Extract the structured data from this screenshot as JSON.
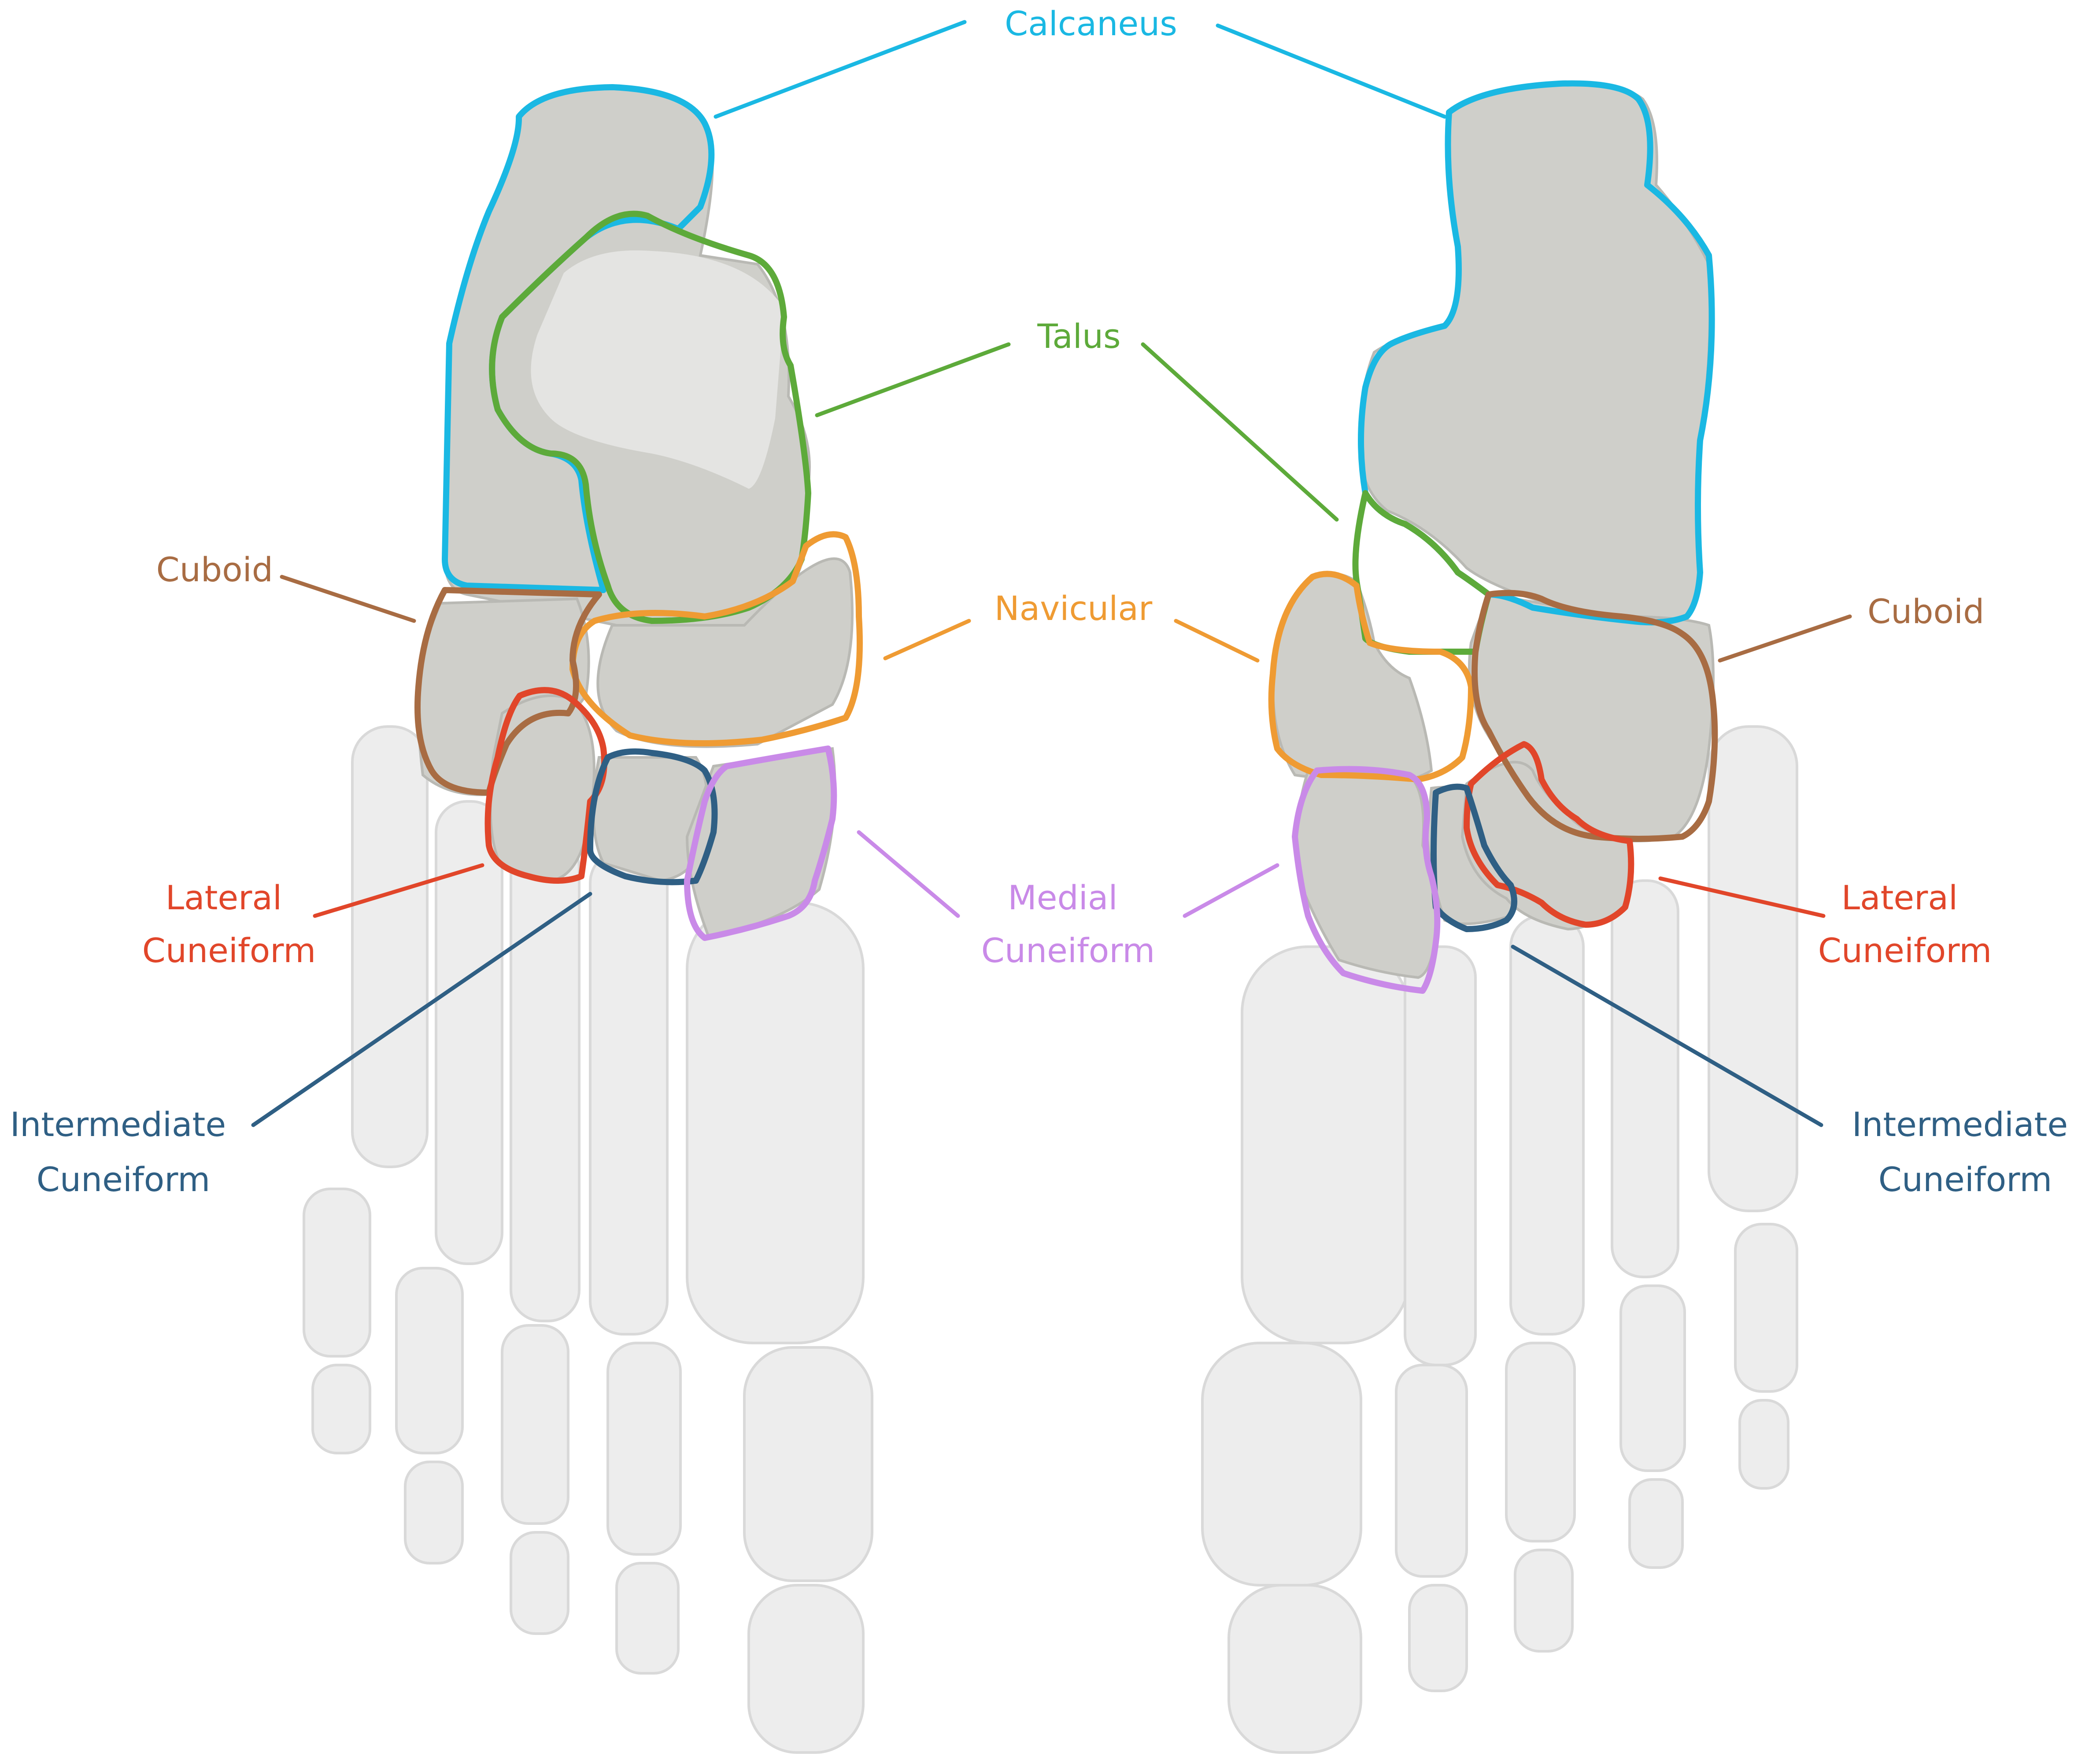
{
  "colors": {
    "calcaneus": "#1ab8e3",
    "talus": "#5daa3a",
    "navicular": "#ef9b33",
    "cuboid": "#a86c43",
    "lateral_cuneiform": "#e1462a",
    "intermediate_cuneiform": "#2f5f84",
    "medial_cuneiform": "#c98ae8"
  },
  "labels": {
    "calcaneus": "Calcaneus",
    "talus": "Talus",
    "navicular": "Navicular",
    "cuboid_left": "Cuboid",
    "cuboid_right": "Cuboid",
    "lateral_left": [
      "Lateral",
      "Cuneiform"
    ],
    "lateral_right": [
      "Lateral",
      "Cuneiform"
    ],
    "medial": [
      "Medial",
      "Cuneiform"
    ],
    "intermediate_left": [
      "Intermediate",
      "Cuneiform"
    ],
    "intermediate_right": [
      "Intermediate",
      "Cuneiform"
    ]
  }
}
